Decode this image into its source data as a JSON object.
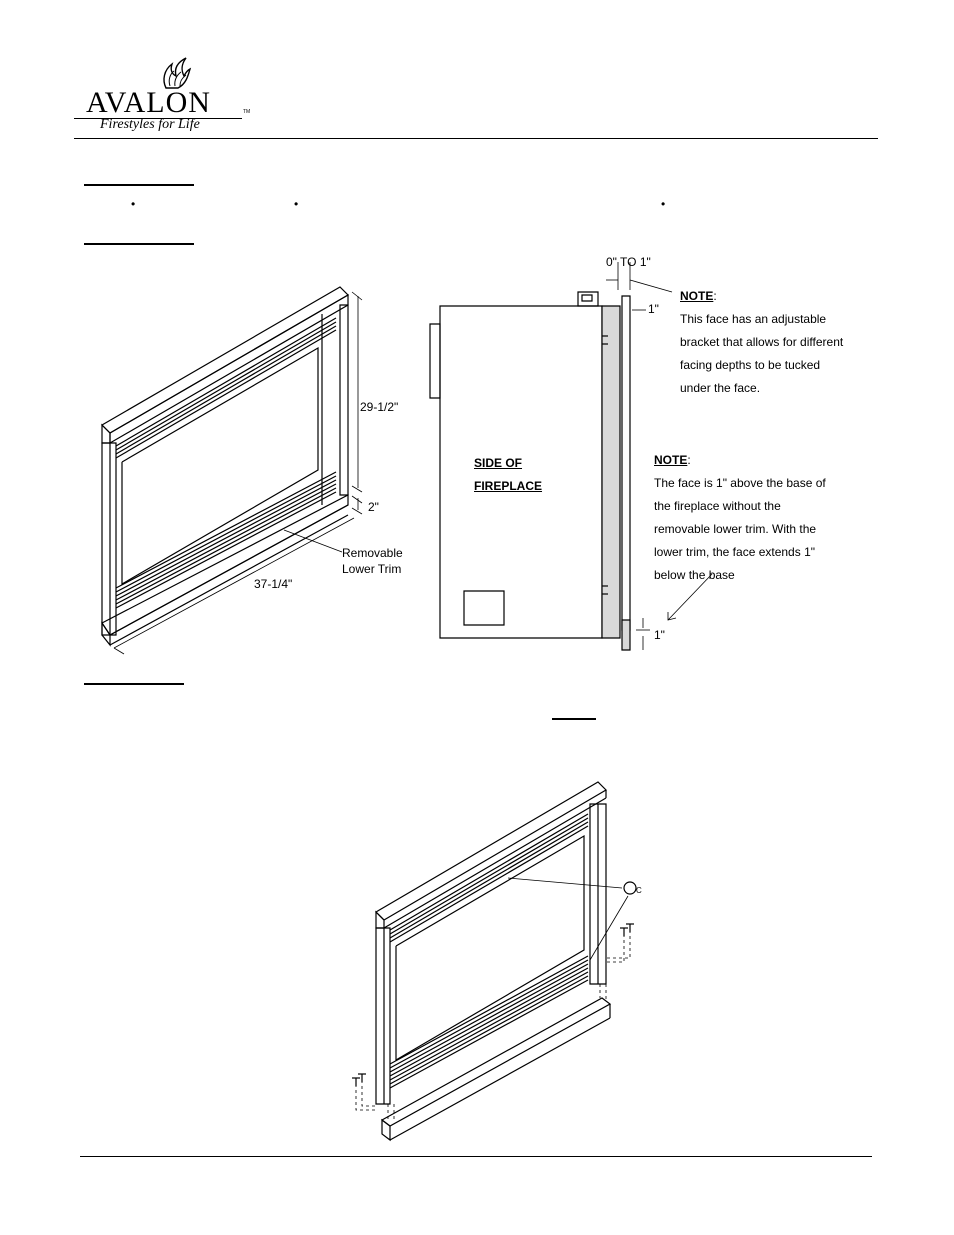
{
  "header": {
    "brand": "AVALON",
    "trademark": "TM",
    "tagline": "Firestyles for Life"
  },
  "bullets": [
    "•",
    "•",
    "•"
  ],
  "figure1": {
    "dim_height": "29-1/2\"",
    "dim_trim": "2\"",
    "dim_width": "37-1/4\"",
    "trim_label_1": "Removable",
    "trim_label_2": "Lower Trim"
  },
  "figure2": {
    "gap_label": "0\" TO 1\"",
    "top_offset": "1\"",
    "bottom_offset": "1\"",
    "side_label_1": "SIDE OF",
    "side_label_2": "FIREPLACE",
    "note1": {
      "heading": "NOTE",
      "lines": [
        "This face has an adjustable",
        "bracket that allows for different",
        "facing depths to be tucked",
        "under the face."
      ]
    },
    "note2": {
      "heading": "NOTE",
      "lines": [
        "The face is 1\" above the base of",
        "the fireplace without the",
        "removable lower trim.  With the",
        "lower trim, the face extends 1\"",
        "below the base"
      ]
    }
  },
  "figure3": {
    "callout_letter": "C"
  }
}
